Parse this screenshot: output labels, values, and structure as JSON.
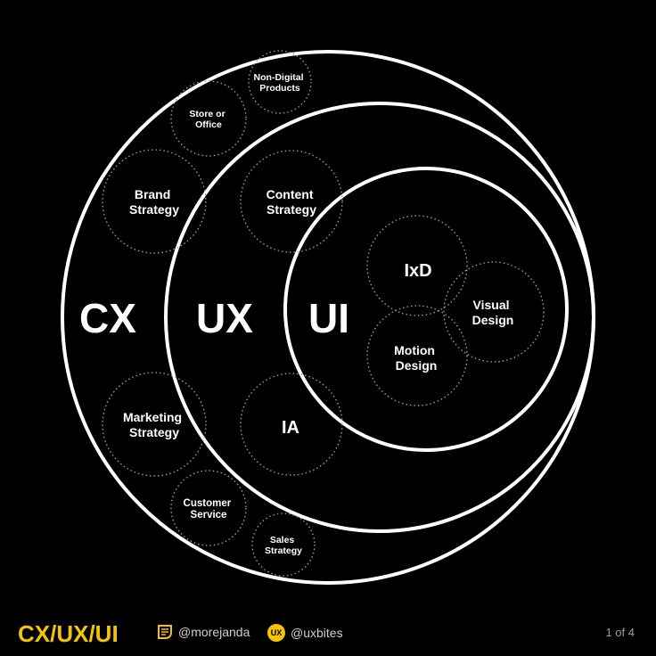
{
  "diagram": {
    "rings": {
      "cx": "CX",
      "ux": "UX",
      "ui": "UI"
    },
    "cx_items": {
      "non_digital_products": [
        "Non-Digital",
        "Products"
      ],
      "store_or_office": [
        "Store or",
        "Office"
      ],
      "brand_strategy": [
        "Brand",
        "Strategy"
      ],
      "marketing_strategy": [
        "Marketing",
        "Strategy"
      ],
      "customer_service": [
        "Customer",
        "Service"
      ],
      "sales_strategy": [
        "Sales",
        "Strategy"
      ]
    },
    "ux_items": {
      "content_strategy": [
        "Content",
        "Strategy"
      ],
      "ia": "IA"
    },
    "ui_items": {
      "ixd": "IxD",
      "motion_design": [
        "Motion",
        "Design"
      ],
      "visual_design": [
        "Visual",
        "Design"
      ]
    },
    "colors": {
      "background": "#000000",
      "rings": "#ffffff",
      "accent": "#f5c400"
    }
  },
  "footer": {
    "title": "CX/UX/UI",
    "brand_a": "@morejanda",
    "brand_b_logo": "UX",
    "brand_b": "@uxbites",
    "page": "1 of 4"
  }
}
